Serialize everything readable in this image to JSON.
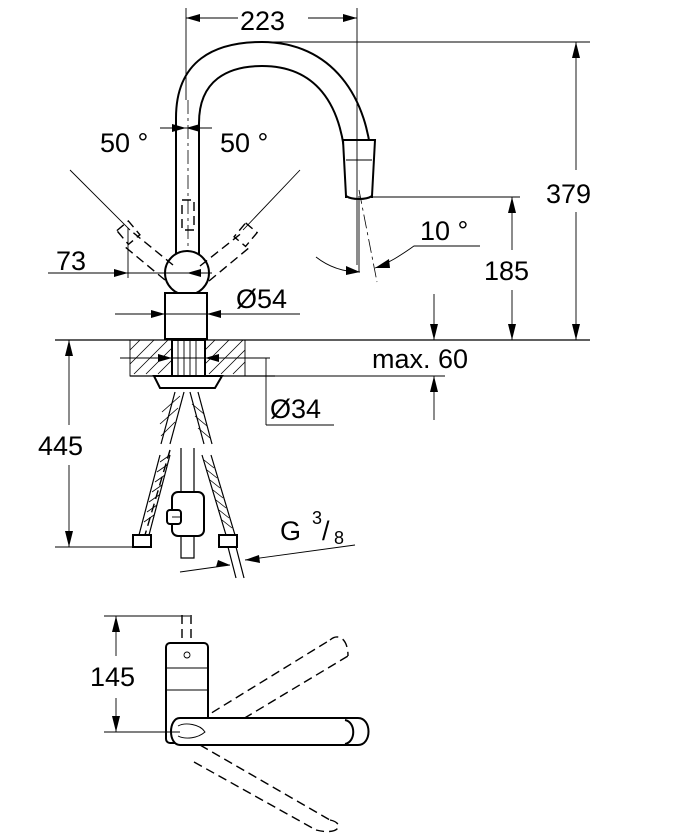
{
  "dimensions": {
    "reach": "223",
    "total_height": "379",
    "spout_height": "185",
    "swivel_left": "50 °",
    "swivel_right": "50 °",
    "offset": "73",
    "body_diameter": "Ø54",
    "spout_angle": "10 °",
    "counter_thickness": "max. 60",
    "hole_diameter": "Ø34",
    "hose_length": "445",
    "connection_prefix": "G",
    "connection_num": "3",
    "connection_den": "8",
    "plan_depth": "145"
  }
}
